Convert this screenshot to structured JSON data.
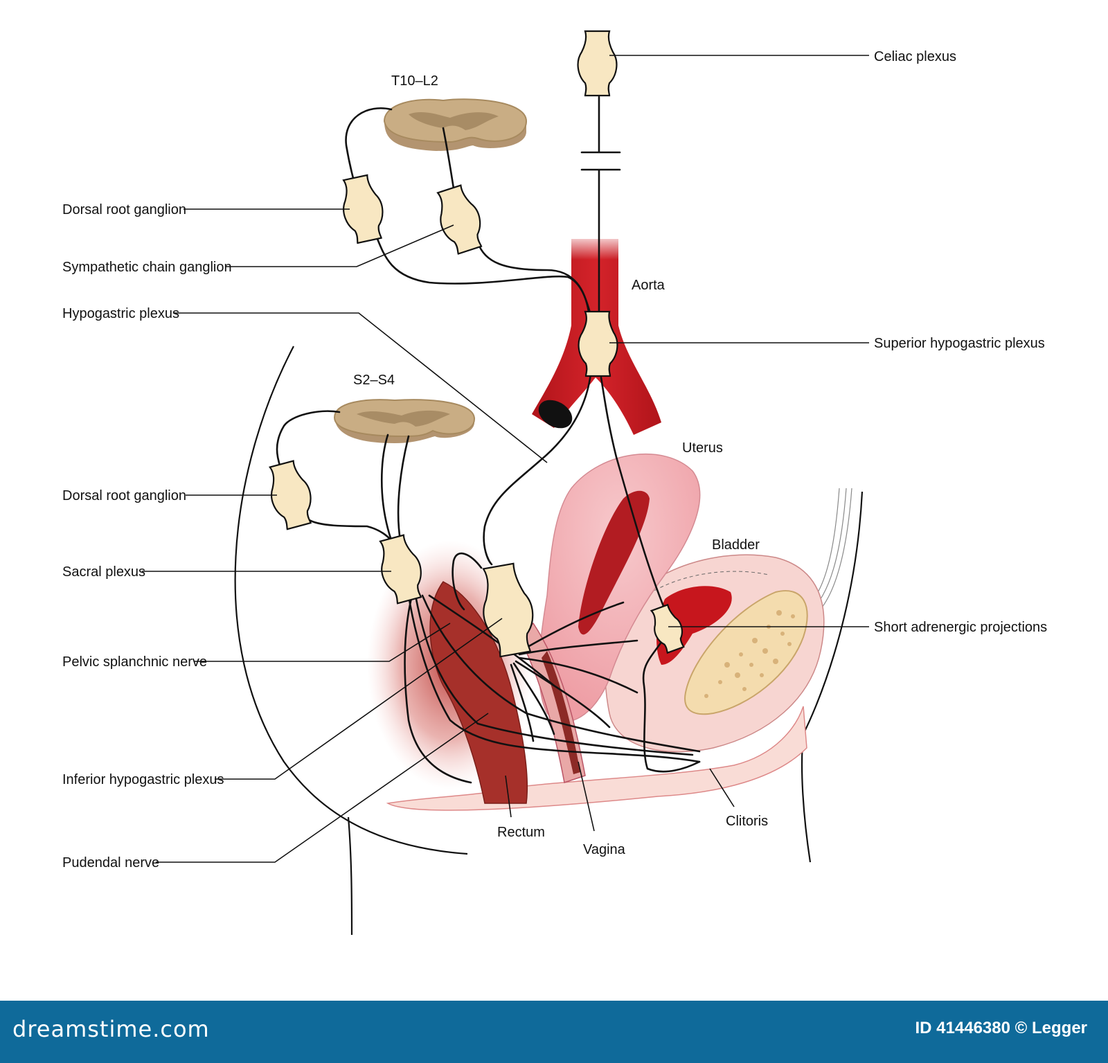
{
  "labels": {
    "t10_l2": "T10–L2",
    "s2_s4": "S2–S4",
    "celiac_plexus": "Celiac plexus",
    "dorsal_root_ganglion_upper": "Dorsal root ganglion",
    "sympathetic_chain_ganglion": "Sympathetic chain ganglion",
    "hypogastric_plexus": "Hypogastric plexus",
    "aorta": "Aorta",
    "superior_hypogastric_plexus": "Superior hypogastric plexus",
    "uterus": "Uterus",
    "dorsal_root_ganglion_lower": "Dorsal root ganglion",
    "bladder": "Bladder",
    "sacral_plexus": "Sacral plexus",
    "short_adrenergic_projections": "Short adrenergic projections",
    "pelvic_splanchnic_nerve": "Pelvic splanchnic nerve",
    "inferior_hypogastric_plexus": "Inferior hypogastric plexus",
    "rectum": "Rectum",
    "vagina": "Vagina",
    "clitoris": "Clitoris",
    "pudendal_nerve": "Pudendal nerve"
  },
  "footer": {
    "logo": "dreamstime.com",
    "id_text": "ID 41446380 © Legger",
    "background_color": "#0f6a9a"
  },
  "colors": {
    "aorta": "#c4161c",
    "ganglion": "#f8e7c2",
    "spinal_cord": "#c9ad84",
    "uterus": "#f2b3b8",
    "rectum": "#9e2a24",
    "bladder_fat": "#f3dcae"
  }
}
